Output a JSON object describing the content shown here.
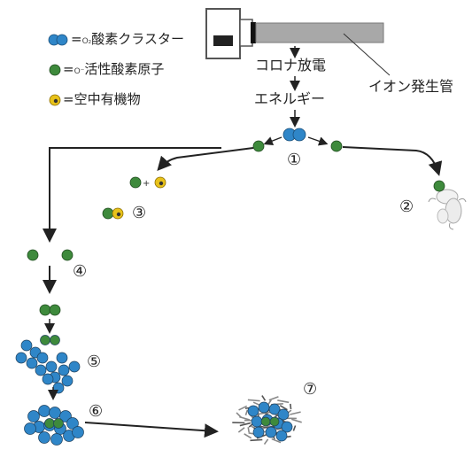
{
  "legend": [
    {
      "symbol": "O₂",
      "label": "酸素クラスター"
    },
    {
      "symbol": "O⁻",
      "label": "活性酸素原子"
    },
    {
      "symbol": "",
      "label": "空中有機物"
    }
  ],
  "labels": {
    "corona": "コロナ放電",
    "energy": "エネルギー",
    "tube": "イオン発生管"
  },
  "steps": [
    "①",
    "②",
    "③",
    "④",
    "⑤",
    "⑥",
    "⑦"
  ],
  "colors": {
    "oxygen_blue": "#2f86c8",
    "active_green": "#3e8a3c",
    "organic_yellow": "#e8c21a",
    "arrow": "#222222",
    "tube_gray": "#a8a8a8"
  }
}
